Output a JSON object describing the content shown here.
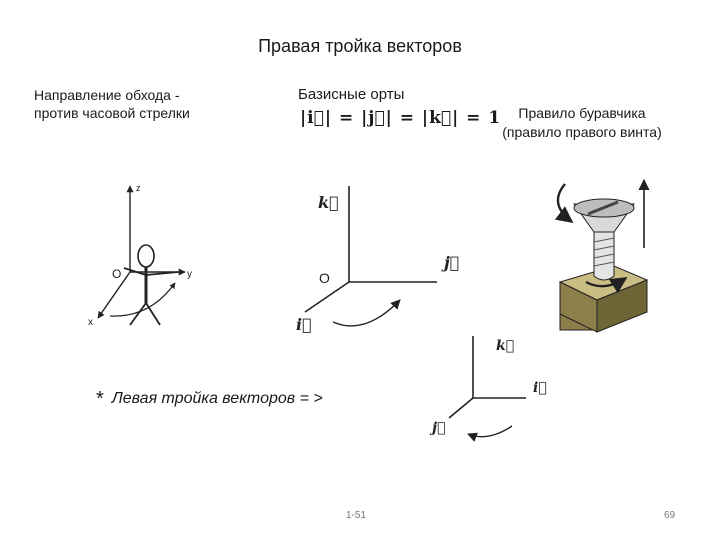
{
  "title": "Правая  тройка векторов",
  "direction": {
    "line1": "Направление обхода  -",
    "line2": "против часовой стрелки"
  },
  "basis": {
    "title": "Базисные орты",
    "formula": "|i⃗| = |j⃗| = |k⃗| = 1"
  },
  "gimlet": {
    "line1": "Правило буравчика",
    "line2": "(правило правого винта)"
  },
  "stick_figure": {
    "axis_z": "z",
    "axis_y": "y",
    "axis_x": "x",
    "origin": "O"
  },
  "right_axes": {
    "k": "k⃗",
    "j": "j⃗",
    "i": "i⃗",
    "origin": "O"
  },
  "left_axes": {
    "k": "k⃗",
    "i": "i⃗",
    "j": "j⃗"
  },
  "left_triple": {
    "star": "*",
    "text": "Левая  тройка векторов  =  >"
  },
  "footer": {
    "slide_code": "1-51",
    "page_number": "69"
  },
  "colors": {
    "block_fill": "#8c7f4a",
    "block_top": "#c9bd84",
    "block_side": "#6f6435"
  }
}
